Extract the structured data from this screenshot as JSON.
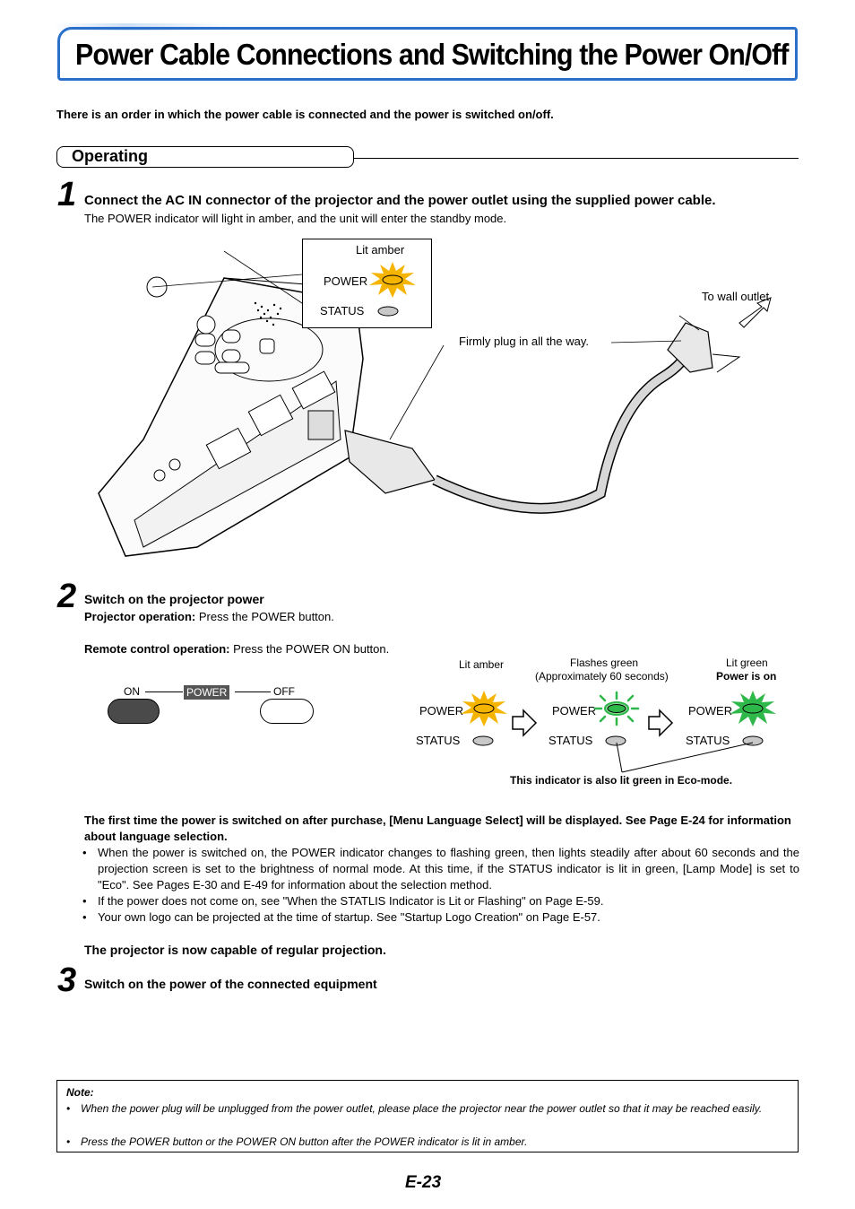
{
  "header": {
    "title": "Power Cable Connections and Switching the Power On/Off",
    "intro": "There is an order in which the power cable is connected and the power is switched on/off."
  },
  "section": {
    "title": "Operating"
  },
  "step1": {
    "number": "1",
    "heading": "Connect the AC IN connector of the projector and the power outlet using the supplied power cable.",
    "text": "The POWER indicator will light in amber, and the unit will enter the standby mode.",
    "figure": {
      "lit_amber": "Lit amber",
      "power": "POWER",
      "status": "STATUS",
      "to_wall_outlet": "To wall outlet",
      "firmly_plug": "Firmly plug in all the way."
    }
  },
  "step2": {
    "number": "2",
    "heading": "Switch on the projector power",
    "proj_label": "Projector operation:",
    "proj_text": " Press the POWER button.",
    "remote_label": "Remote control operation:",
    "remote_text": " Press the POWER ON button.",
    "remote": {
      "on": "ON",
      "power": "POWER",
      "off": "OFF"
    },
    "indicators": {
      "lit_amber": "Lit amber",
      "flashes_green": "Flashes green",
      "approx": "(Approximately 60 seconds)",
      "lit_green": "Lit green",
      "power_is_on": "Power is on",
      "power": "POWER",
      "status": "STATUS",
      "eco_note": "This indicator is also lit green in Eco-mode."
    },
    "first_time": "The first time the power is switched on after purchase, [Menu Language Select] will be displayed. See Page E-24 for information about language selection.",
    "bullets": [
      "When the power is switched on, the POWER indicator changes to flashing green, then lights steadily after about 60 seconds and the projection screen is set to the brightness of normal mode. At this time, if the STATUS indicator is lit in green, [Lamp Mode] is set to \"Eco\". See Pages E-30 and E-49 for information about the selection method.",
      "If the power does not come on, see \"When the STATLIS Indicator is Lit or Flashing\" on Page E-59.",
      "Your own logo can be projected at the time of startup. See \"Startup Logo Creation\" on Page E-57."
    ],
    "capable": "The projector is now capable of regular projection."
  },
  "step3": {
    "number": "3",
    "heading": "Switch on the power of the connected equipment"
  },
  "note": {
    "title": "Note:",
    "items": [
      "When the power plug will be unplugged from the power outlet, please place the projector near the power outlet so that it may be reached easily.",
      "Press the POWER button or the POWER ON button after the POWER indicator is lit in amber."
    ]
  },
  "page_number": "E-23",
  "colors": {
    "accent_blue": "#2a6fc9",
    "amber": "#f5b400",
    "green": "#2fb84a"
  }
}
